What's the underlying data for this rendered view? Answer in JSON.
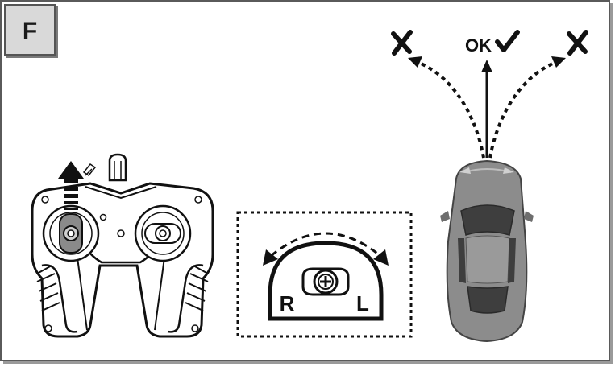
{
  "panel": {
    "label": "F"
  },
  "direction_marks": {
    "ok_label": "OK",
    "left_mark": "cross-icon",
    "right_mark": "cross-icon",
    "center_mark": "checkmark-icon"
  },
  "trim_dial": {
    "right_label": "R",
    "left_label": "L"
  },
  "colors": {
    "border": "#555555",
    "badge_fill": "#d9d9d9",
    "ink": "#1a1a1a",
    "car_body": "#8c8c8c",
    "car_window": "#4a4a4a",
    "remote_fill": "#ffffff"
  }
}
